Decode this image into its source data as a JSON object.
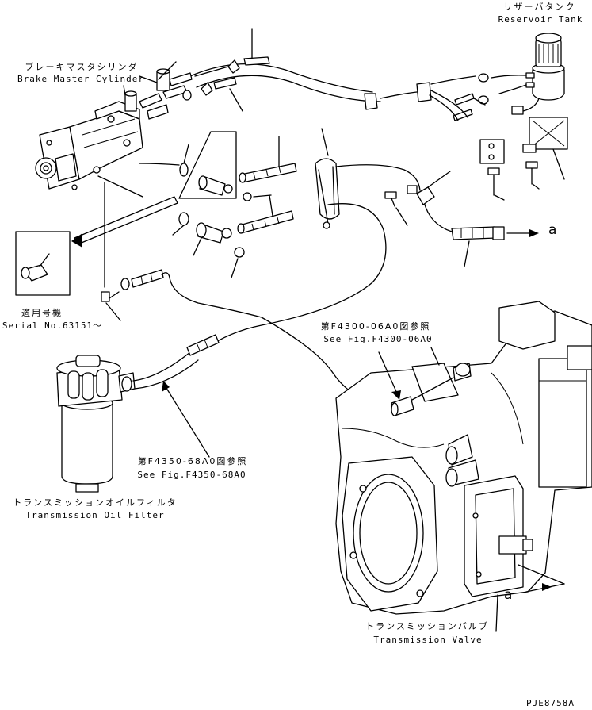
{
  "labels": {
    "reservoir_tank_jp": "リザーバタンク",
    "reservoir_tank_en": "Reservoir Tank",
    "brake_master_cylinder_jp": "ブレーキマスタシリンダ",
    "brake_master_cylinder_en": "Brake Master Cylinder",
    "serial_jp": "適用号機",
    "serial_en": "Serial No.63151～",
    "ref_f4300_jp": "第F4300-06A0図参照",
    "ref_f4300_en": "See Fig.F4300-06A0",
    "ref_f4350_jp": "第F4350-68A0図参照",
    "ref_f4350_en": "See Fig.F4350-68A0",
    "oil_filter_jp": "トランスミッションオイルフィルタ",
    "oil_filter_en": "Transmission Oil Filter",
    "trans_valve_jp": "トランスミッションバルブ",
    "trans_valve_en": "Transmission Valve",
    "connection_a_top": "a",
    "connection_a_bottom": "a",
    "drawing_id": "PJE8758A"
  }
}
